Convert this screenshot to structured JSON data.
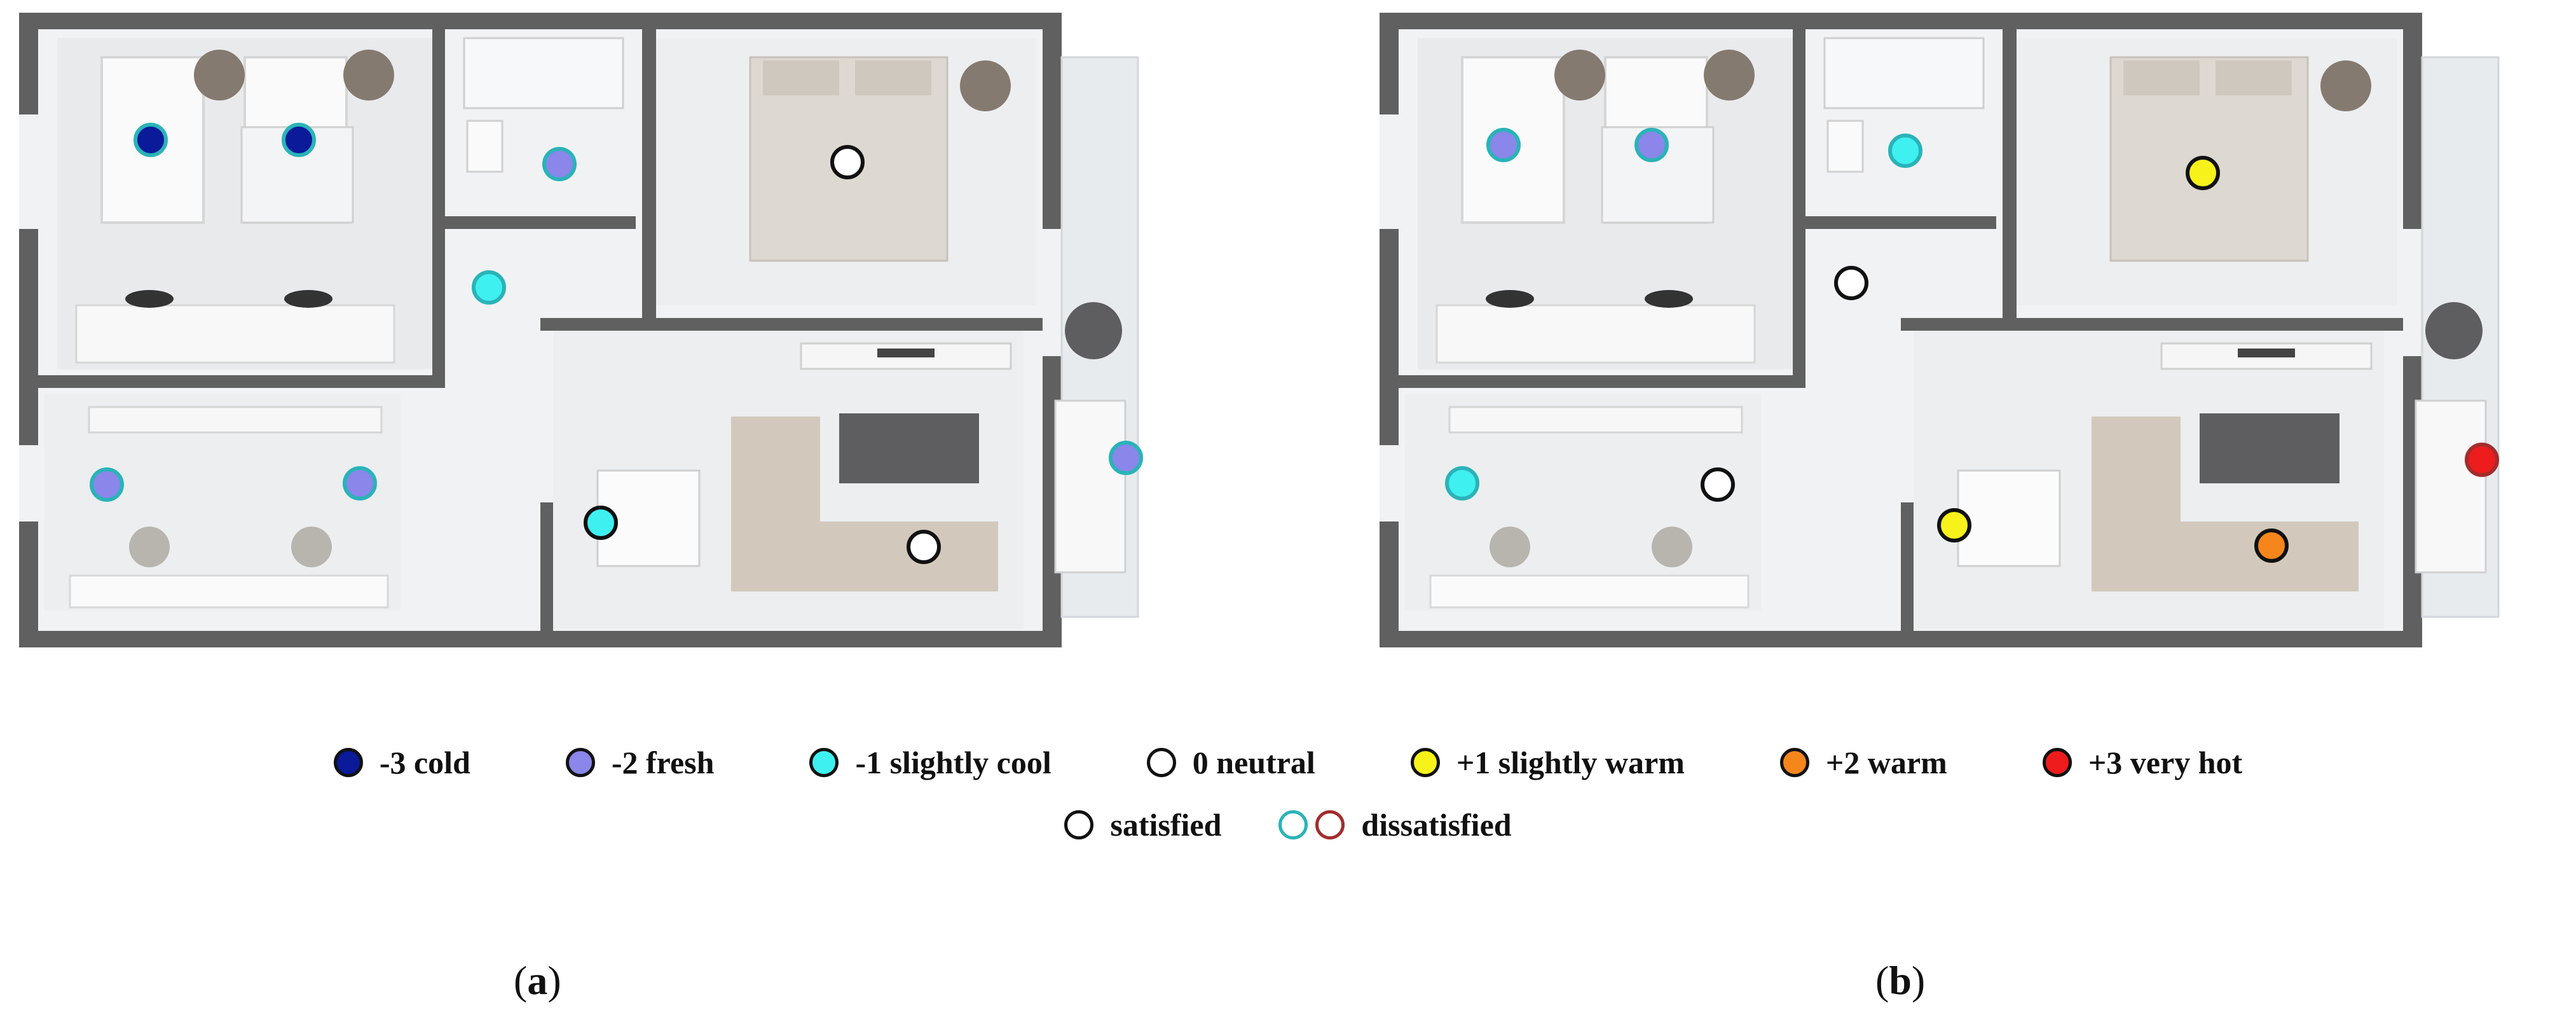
{
  "legend": {
    "scale": [
      {
        "label": "-3 cold",
        "fill": "#0a1a99",
        "ring": "#111111"
      },
      {
        "label": "-2 fresh",
        "fill": "#8a86ea",
        "ring": "#111111"
      },
      {
        "label": "-1 slightly cool",
        "fill": "#3ff0f0",
        "ring": "#111111"
      },
      {
        "label": "0 neutral",
        "fill": "#ffffff",
        "ring": "#111111"
      },
      {
        "label": "+1 slightly warm",
        "fill": "#f7f21a",
        "ring": "#111111"
      },
      {
        "label": "+2 warm",
        "fill": "#f5861c",
        "ring": "#111111"
      },
      {
        "label": "+3 very hot",
        "fill": "#ee1c1c",
        "ring": "#111111"
      }
    ],
    "satisfied_label": "satisfied",
    "dissatisfied_label": "dissatisfied",
    "satisfied_ring": "#111111",
    "dissatisfied_ring_cool": "#2ab3b8",
    "dissatisfied_ring_warm": "#a42c2c"
  },
  "panels": {
    "a": {
      "open": "(",
      "letter": "a",
      "close": ")"
    },
    "b": {
      "open": "(",
      "letter": "b",
      "close": ")"
    }
  },
  "colors": {
    "wall": "#606060",
    "floor": "#f1f2f3",
    "sofa": "#d2c9bc",
    "furniture_dark": "#5e5e60"
  }
}
